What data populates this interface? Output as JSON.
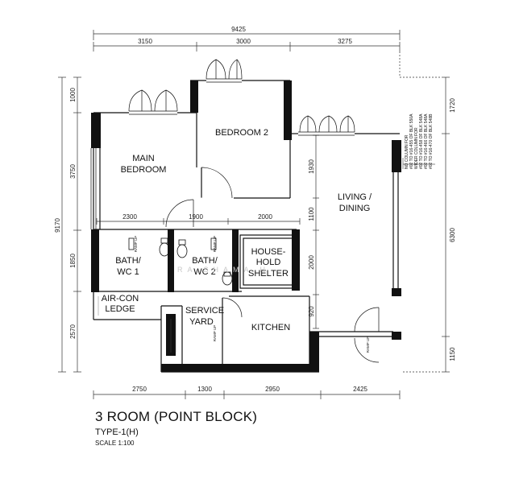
{
  "caption": {
    "title": "3 ROOM (POINT BLOCK)",
    "subtitle": "TYPE-1(H)",
    "scale": "SCALE 1:100"
  },
  "dimensions": {
    "top_overall": "9425",
    "top_1": "3150",
    "top_2": "3000",
    "top_3": "3275",
    "inner_1": "2300",
    "inner_2": "1900",
    "inner_3": "2000",
    "bottom_1": "2750",
    "bottom_2": "1300",
    "bottom_3": "2950",
    "bottom_4": "2425",
    "left_1": "1000",
    "left_2": "3750",
    "left_3": "1850",
    "left_4": "2570",
    "left_overall": "9170",
    "inner_v_1": "1930",
    "inner_v_2": "1100",
    "inner_v_3": "2000",
    "inner_v_4": "920",
    "right_1": "1720",
    "right_2": "6300",
    "right_3": "1150"
  },
  "rooms": {
    "main_bedroom_1": "MAIN",
    "main_bedroom_2": "BEDROOM",
    "bedroom_2": "BEDROOM 2",
    "living_1": "LIVING /",
    "living_2": "DINING",
    "bath1_1": "BATH/",
    "bath1_2": "WC 1",
    "bath2_1": "BATH/",
    "bath2_2": "WC 2",
    "shelter_1": "HOUSE-",
    "shelter_2": "HOLD",
    "shelter_3": "SHELTER",
    "aircon_1": "AIR-CON",
    "aircon_2": "LEDGE",
    "service_1": "SERVICE",
    "service_2": "YARD",
    "kitchen": "KITCHEN"
  },
  "small_labels": {
    "ramp_a": "RAMP UP",
    "ramp_b": "RAMP UP",
    "ramp_c": "RAMP UP",
    "ramp_d": "RAMP UP"
  },
  "notes": [
    "NO COLUMN FOR",
    "#02 TO #16-455 OF BLK 550A",
    "WIDER COLUMN FOR",
    "#02 TO #16-458 OF BLK 548A",
    "#02 TO #16-466 OF BLK 548A",
    "#02 TO #16-470 OF BLK 548B"
  ],
  "watermark": "RA SHAMA H"
}
